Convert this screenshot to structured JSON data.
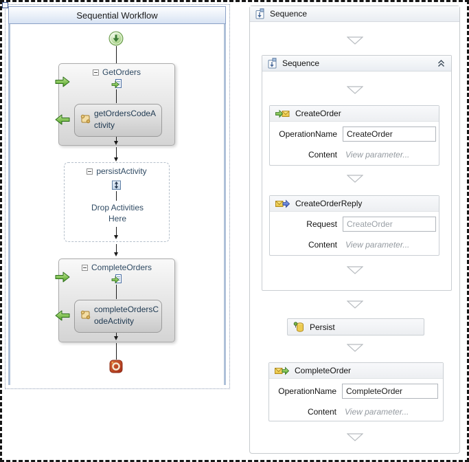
{
  "left_panel": {
    "header": "Sequential Workflow",
    "get_orders": {
      "title": "GetOrders",
      "child_label": "getOrdersCodeActivity"
    },
    "persist_activity": {
      "title": "persistActivity",
      "drop_hint": "Drop Activities Here"
    },
    "complete_orders": {
      "title": "CompleteOrders",
      "child_label": "completeOrdersCodeActivity"
    }
  },
  "right_panel": {
    "root_sequence": {
      "title": "Sequence"
    },
    "inner_sequence": {
      "title": "Sequence"
    },
    "create_order": {
      "title": "CreateOrder",
      "operation_label": "OperationName",
      "operation_value": "CreateOrder",
      "content_label": "Content",
      "content_value": "View parameter..."
    },
    "create_order_reply": {
      "title": "CreateOrderReply",
      "request_label": "Request",
      "request_value": "CreateOrder",
      "content_label": "Content",
      "content_value": "View parameter..."
    },
    "persist": {
      "title": "Persist"
    },
    "complete_order": {
      "title": "CompleteOrder",
      "operation_label": "OperationName",
      "operation_value": "CompleteOrder",
      "content_label": "Content",
      "content_value": "View parameter..."
    }
  },
  "colors": {
    "workflow_header_fill": "#d8e3f3",
    "workflow_header_border": "#8aa0c6",
    "canvas_side_border": "#aec0d8",
    "navy_text": "#2f4a63",
    "start_green": "#4d9f22",
    "end_red": "#a32c18",
    "drop_triangle": "#b8bcc0",
    "link_gray": "#949aa0",
    "envelope_yellow": "#e8c23e",
    "reply_arrow_blue": "#3a5ac0"
  }
}
